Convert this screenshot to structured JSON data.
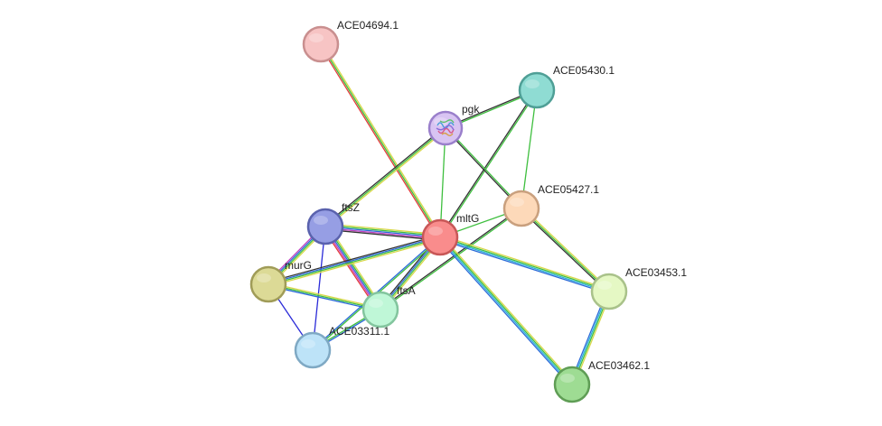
{
  "network": {
    "nodes": [
      {
        "id": "ACE04694.1",
        "label": "ACE04694.1",
        "fill": "#f7c4c4",
        "stroke": "#c98f8f"
      },
      {
        "id": "ACE05430.1",
        "label": "ACE05430.1",
        "fill": "#8fdcd3",
        "stroke": "#4f9f96"
      },
      {
        "id": "pgk",
        "label": "pgk",
        "fill": "#d8c4f2",
        "stroke": "#9a7fcb"
      },
      {
        "id": "ACE05427.1",
        "label": "ACE05427.1",
        "fill": "#fdd9b9",
        "stroke": "#c9a07e"
      },
      {
        "id": "ftsZ",
        "label": "ftsZ",
        "fill": "#969ee4",
        "stroke": "#5a62ad"
      },
      {
        "id": "mltG",
        "label": "mltG",
        "fill": "#f98c8c",
        "stroke": "#c85757"
      },
      {
        "id": "murG",
        "label": "murG",
        "fill": "#dcda96",
        "stroke": "#a09c58"
      },
      {
        "id": "ftsA",
        "label": "ftsA",
        "fill": "#bff7d7",
        "stroke": "#83c59e"
      },
      {
        "id": "ACE03453.1",
        "label": "ACE03453.1",
        "fill": "#e5f8c4",
        "stroke": "#a9c28a"
      },
      {
        "id": "ACE03311.1",
        "label": "ACE03311.1",
        "fill": "#bde3f8",
        "stroke": "#7fa9c4"
      },
      {
        "id": "ACE03462.1",
        "label": "ACE03462.1",
        "fill": "#9edc93",
        "stroke": "#5f9d55"
      }
    ],
    "edges": [
      {
        "source": "ACE04694.1",
        "target": "mltG",
        "colors": [
          "#d8d84a",
          "#3fbf3f",
          "#e23a3a"
        ]
      },
      {
        "source": "ACE05430.1",
        "target": "pgk",
        "colors": [
          "#3fbf3f",
          "#333333"
        ]
      },
      {
        "source": "ACE05430.1",
        "target": "ACE05427.1",
        "colors": [
          "#3fbf3f"
        ]
      },
      {
        "source": "ACE05430.1",
        "target": "mltG",
        "colors": [
          "#3fbf3f",
          "#333333"
        ]
      },
      {
        "source": "pgk",
        "target": "ftsZ",
        "colors": [
          "#d8d84a",
          "#3fbf3f",
          "#333333"
        ]
      },
      {
        "source": "pgk",
        "target": "mltG",
        "colors": [
          "#3fbf3f"
        ]
      },
      {
        "source": "pgk",
        "target": "ACE05427.1",
        "colors": [
          "#3fbf3f",
          "#333333"
        ]
      },
      {
        "source": "ACE05427.1",
        "target": "mltG",
        "colors": [
          "#3fbf3f"
        ]
      },
      {
        "source": "ACE05427.1",
        "target": "ftsA",
        "colors": [
          "#3fbf3f",
          "#333333"
        ]
      },
      {
        "source": "ACE05427.1",
        "target": "ACE03453.1",
        "colors": [
          "#d8d84a",
          "#3fbf3f",
          "#333333"
        ]
      },
      {
        "source": "ftsZ",
        "target": "mltG",
        "colors": [
          "#d8d84a",
          "#3fbf3f",
          "#2b6ad8",
          "#c03fc0",
          "#333333"
        ]
      },
      {
        "source": "ftsZ",
        "target": "murG",
        "colors": [
          "#d8d84a",
          "#3fbf3f",
          "#2b6ad8",
          "#c03fc0"
        ]
      },
      {
        "source": "ftsZ",
        "target": "ftsA",
        "colors": [
          "#d8d84a",
          "#3fbf3f",
          "#2b6ad8",
          "#c03fc0",
          "#e23a3a"
        ]
      },
      {
        "source": "ftsZ",
        "target": "ACE03311.1",
        "colors": [
          "#2b2bd8"
        ]
      },
      {
        "source": "mltG",
        "target": "murG",
        "colors": [
          "#d8d84a",
          "#3fbf3f",
          "#2b6ad8",
          "#333333"
        ]
      },
      {
        "source": "mltG",
        "target": "ftsA",
        "colors": [
          "#d8d84a",
          "#3fbf3f",
          "#2b6ad8",
          "#333333"
        ]
      },
      {
        "source": "mltG",
        "target": "ACE03311.1",
        "colors": [
          "#3fbf3f",
          "#2b6ad8"
        ]
      },
      {
        "source": "mltG",
        "target": "ACE03453.1",
        "colors": [
          "#d8d84a",
          "#3fbf3f",
          "#2bb0d8",
          "#2b6ad8"
        ]
      },
      {
        "source": "mltG",
        "target": "ACE03462.1",
        "colors": [
          "#d8d84a",
          "#3fbf3f",
          "#2bb0d8",
          "#2b6ad8"
        ]
      },
      {
        "source": "murG",
        "target": "ftsA",
        "colors": [
          "#d8d84a",
          "#3fbf3f",
          "#2b6ad8"
        ]
      },
      {
        "source": "murG",
        "target": "ACE03311.1",
        "colors": [
          "#2b2bd8"
        ]
      },
      {
        "source": "ftsA",
        "target": "ACE03311.1",
        "colors": [
          "#2b6ad8",
          "#3fbf3f"
        ]
      },
      {
        "source": "ACE03453.1",
        "target": "ACE03462.1",
        "colors": [
          "#d8d84a",
          "#3fbf3f",
          "#2bb0d8",
          "#2b6ad8"
        ]
      }
    ]
  }
}
